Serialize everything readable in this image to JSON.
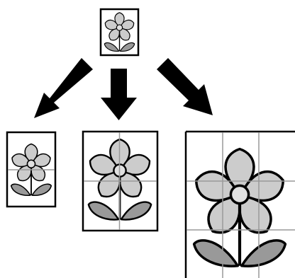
{
  "diagram": {
    "type": "image-scaling-illustration",
    "subject": "flower-icon",
    "source": {
      "grid_cols": 1,
      "grid_rows": 1
    },
    "outputs": [
      {
        "id": "small",
        "grid_cols": 1,
        "grid_rows": 2,
        "cropped": false
      },
      {
        "id": "medium",
        "grid_cols": 2,
        "grid_rows": 2,
        "cropped": false
      },
      {
        "id": "large",
        "grid_cols": 3,
        "grid_rows": 4,
        "cropped": true
      }
    ],
    "arrows": [
      {
        "id": "arrow-left",
        "direction": "down-left"
      },
      {
        "id": "arrow-center",
        "direction": "down"
      },
      {
        "id": "arrow-right",
        "direction": "down-right"
      }
    ],
    "colors": {
      "petal": "#cccccc",
      "leaf": "#999999",
      "center": "#e0e0e0",
      "stroke": "#000000",
      "frame": "#000000",
      "grid": "#999999",
      "background": "#ffffff"
    }
  }
}
